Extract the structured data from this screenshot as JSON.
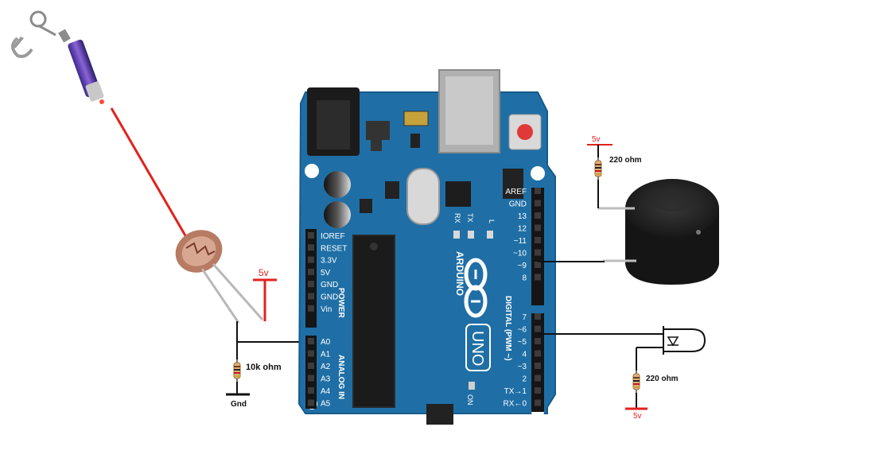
{
  "labels": {
    "ldr_supply": "5v",
    "ldr_resistor": "10k ohm",
    "ground": "Gnd",
    "buzzer_supply": "5v",
    "buzzer_resistor": "220 ohm",
    "led_resistor": "220 ohm",
    "led_supply": "5v"
  },
  "board": {
    "logo": "ARDUINO",
    "model": "UNO",
    "on_label": "ON",
    "power_header_title": "POWER",
    "analog_header_title": "ANALOG IN",
    "digital_header_title": "DIGITAL (PWM ~)",
    "tx_label": "TX",
    "rx_label": "RX",
    "l_label": "L",
    "power_pins": [
      "IOREF",
      "RESET",
      "3.3V",
      "5V",
      "GND",
      "GND",
      "Vin"
    ],
    "analog_pins": [
      "A0",
      "A1",
      "A2",
      "A3",
      "A4",
      "A5"
    ],
    "digital_upper": [
      "AREF",
      "GND",
      "13",
      "12",
      "~11",
      "~10",
      "~9",
      "8"
    ],
    "digital_lower": [
      "7",
      "~6",
      "~5",
      "4",
      "~3",
      "2",
      "TX→1",
      "RX←0"
    ]
  },
  "colors": {
    "board": "#1f6fa6",
    "laser_beam": "#e3211c",
    "supply_red": "#e3211c",
    "wire": "#111111"
  },
  "icons": [
    "laser-pointer-icon",
    "photoresistor-icon",
    "buzzer-icon",
    "led-icon",
    "resistor-icon"
  ]
}
